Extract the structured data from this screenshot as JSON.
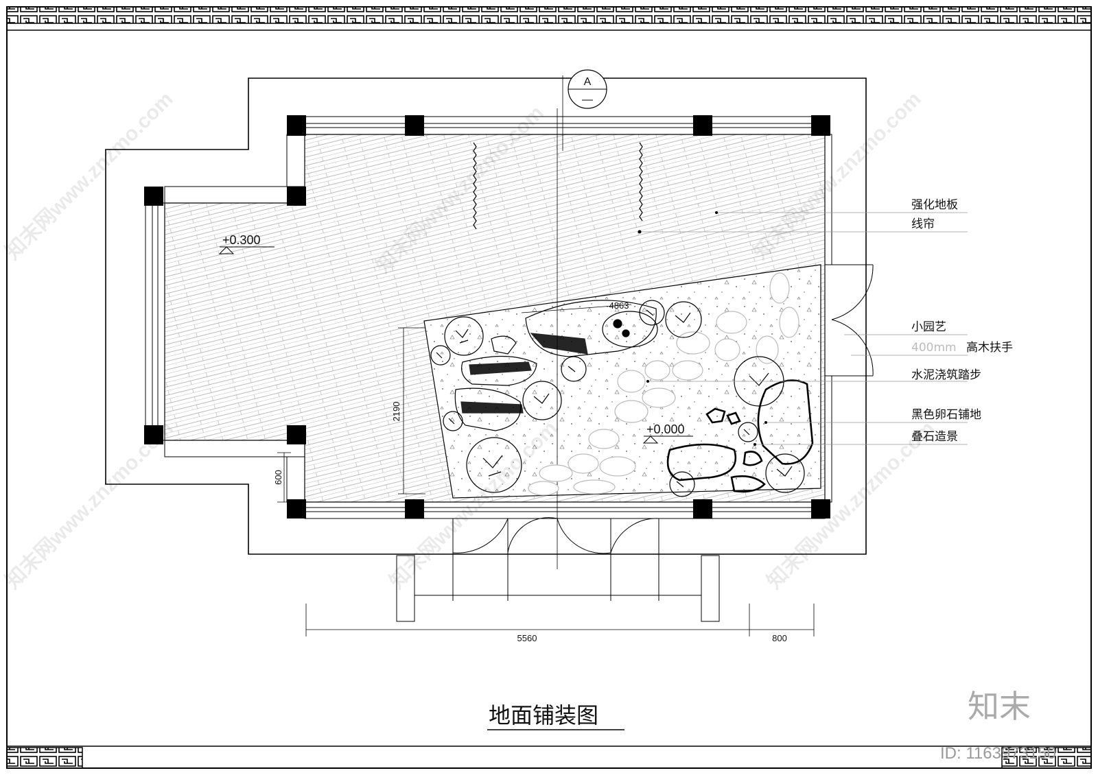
{
  "drawing": {
    "title": "地面铺装图",
    "axis_marker": "A",
    "levels": {
      "upper": "+0.300",
      "lower": "+0.000"
    },
    "dimensions": {
      "width_main": "5560",
      "width_side": "800",
      "height_garden": "2190",
      "step_depth": "600",
      "garden_diag": "4863"
    },
    "legend": [
      {
        "key": "laminate_floor",
        "text": "强化地板"
      },
      {
        "key": "line_curtain",
        "text": "线帘"
      },
      {
        "key": "small_garden",
        "text": "小园艺"
      },
      {
        "key": "handrail_prefix",
        "text": "400mm"
      },
      {
        "key": "handrail",
        "text": "高木扶手"
      },
      {
        "key": "concrete_steps",
        "text": "水泥浇筑踏步"
      },
      {
        "key": "black_pebble",
        "text": "黑色卵石铺地"
      },
      {
        "key": "rockery",
        "text": "叠石造景"
      }
    ]
  },
  "watermark": {
    "brand": "知末",
    "id_text": "ID: 1163973150",
    "site": "知末网www.znzmo.com"
  }
}
